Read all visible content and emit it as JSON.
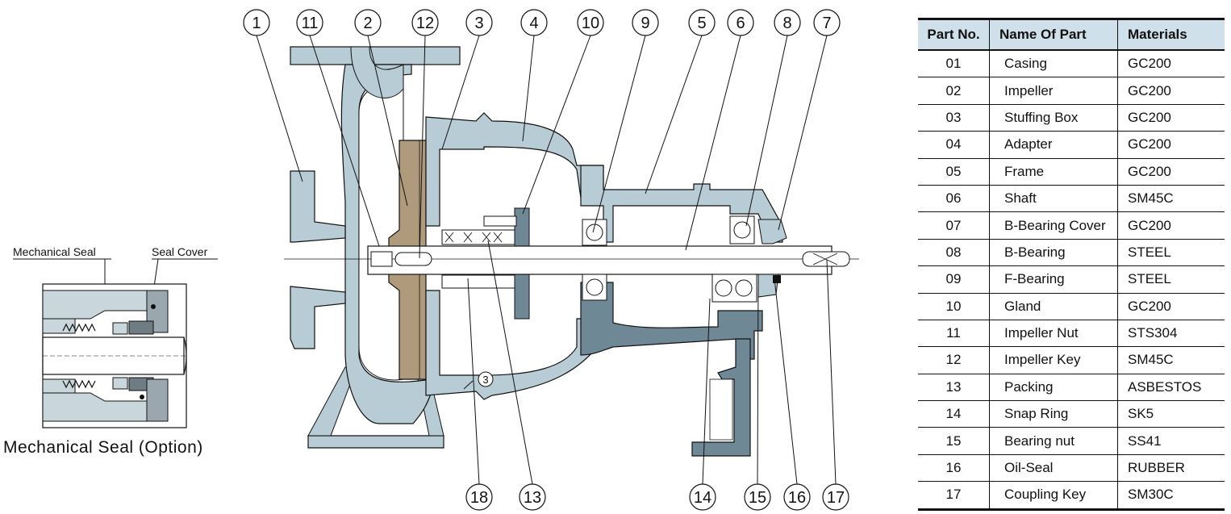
{
  "callouts": {
    "top": [
      "1",
      "11",
      "2",
      "12",
      "3",
      "4",
      "10",
      "9",
      "5",
      "6",
      "8",
      "7"
    ],
    "bottom": [
      "18",
      "13",
      "14",
      "15",
      "16",
      "17"
    ],
    "inner": [
      "3"
    ]
  },
  "mechanical_seal_inset": {
    "label_left": "Mechanical Seal",
    "label_right": "Seal Cover",
    "caption": "Mechanical Seal (Option)"
  },
  "parts_table": {
    "headers": [
      "Part No.",
      "Name Of Part",
      "Materials"
    ],
    "rows": [
      {
        "no": "01",
        "name": "Casing",
        "material": "GC200"
      },
      {
        "no": "02",
        "name": "Impeller",
        "material": "GC200"
      },
      {
        "no": "03",
        "name": "Stuffing Box",
        "material": "GC200"
      },
      {
        "no": "04",
        "name": "Adapter",
        "material": "GC200"
      },
      {
        "no": "05",
        "name": "Frame",
        "material": "GC200"
      },
      {
        "no": "06",
        "name": "Shaft",
        "material": "SM45C"
      },
      {
        "no": "07",
        "name": "B-Bearing Cover",
        "material": "GC200"
      },
      {
        "no": "08",
        "name": "B-Bearing",
        "material": "STEEL"
      },
      {
        "no": "09",
        "name": "F-Bearing",
        "material": "STEEL"
      },
      {
        "no": "10",
        "name": "Gland",
        "material": "GC200"
      },
      {
        "no": "11",
        "name": "Impeller Nut",
        "material": "STS304"
      },
      {
        "no": "12",
        "name": "Impeller Key",
        "material": "SM45C"
      },
      {
        "no": "13",
        "name": "Packing",
        "material": "ASBESTOS"
      },
      {
        "no": "14",
        "name": "Snap Ring",
        "material": "SK5"
      },
      {
        "no": "15",
        "name": "Bearing nut",
        "material": "SS41"
      },
      {
        "no": "16",
        "name": "Oil-Seal",
        "material": "RUBBER"
      },
      {
        "no": "17",
        "name": "Coupling Key",
        "material": "SM30C"
      }
    ]
  },
  "colors": {
    "casting": "#b8ccd6",
    "dark_casting": "#6f8896",
    "impeller": "#b09a7c",
    "header_bg": "#cfe0ea",
    "line": "#111111"
  }
}
